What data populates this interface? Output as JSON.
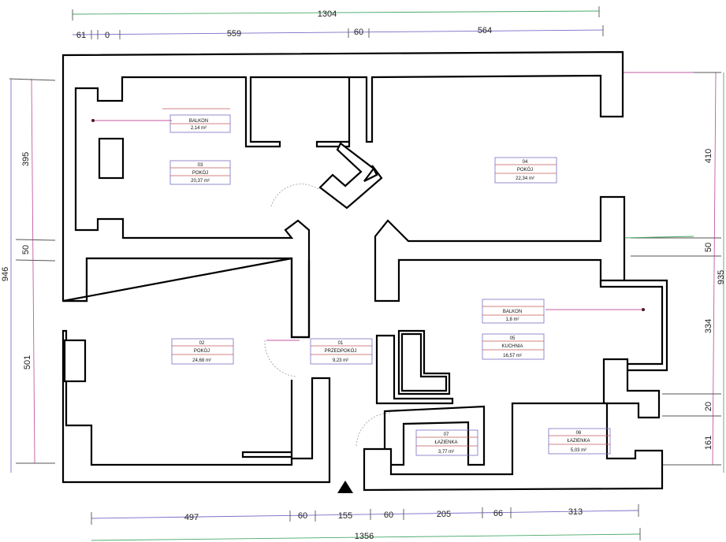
{
  "dimensions": {
    "top_total": "1304",
    "top_a": "61",
    "top_b": "0",
    "top_c": "559",
    "top_d": "60",
    "top_e": "564",
    "left_a": "395",
    "left_b": "50",
    "left_c": "946",
    "left_d": "501",
    "right_a": "410",
    "right_b": "50",
    "right_c": "334",
    "right_d": "20",
    "right_e": "161",
    "right_f": "935",
    "bottom_a": "497",
    "bottom_b": "60",
    "bottom_c": "155",
    "bottom_d": "60",
    "bottom_e": "205",
    "bottom_f": "66",
    "bottom_g": "313",
    "bottom_total": "1356"
  },
  "rooms": [
    {
      "no": "",
      "name": "BALKON",
      "area": "2,14 m²"
    },
    {
      "no": "03",
      "name": "POKÓJ",
      "area": "20,37 m²"
    },
    {
      "no": "04",
      "name": "POKÓJ",
      "area": "22,34 m²"
    },
    {
      "no": "",
      "name": "BALKON",
      "area": "1,8 m²"
    },
    {
      "no": "05",
      "name": "KUCHNIA",
      "area": "16,57 m²"
    },
    {
      "no": "02",
      "name": "POKÓJ",
      "area": "24,68 m²"
    },
    {
      "no": "01",
      "name": "PRZEDPOKÓJ",
      "area": "9,23 m²"
    },
    {
      "no": "07",
      "name": "ŁAZIENKA",
      "area": "3,77 m²"
    },
    {
      "no": "06",
      "name": "ŁAZIENKA",
      "area": "5,03 m²"
    }
  ]
}
